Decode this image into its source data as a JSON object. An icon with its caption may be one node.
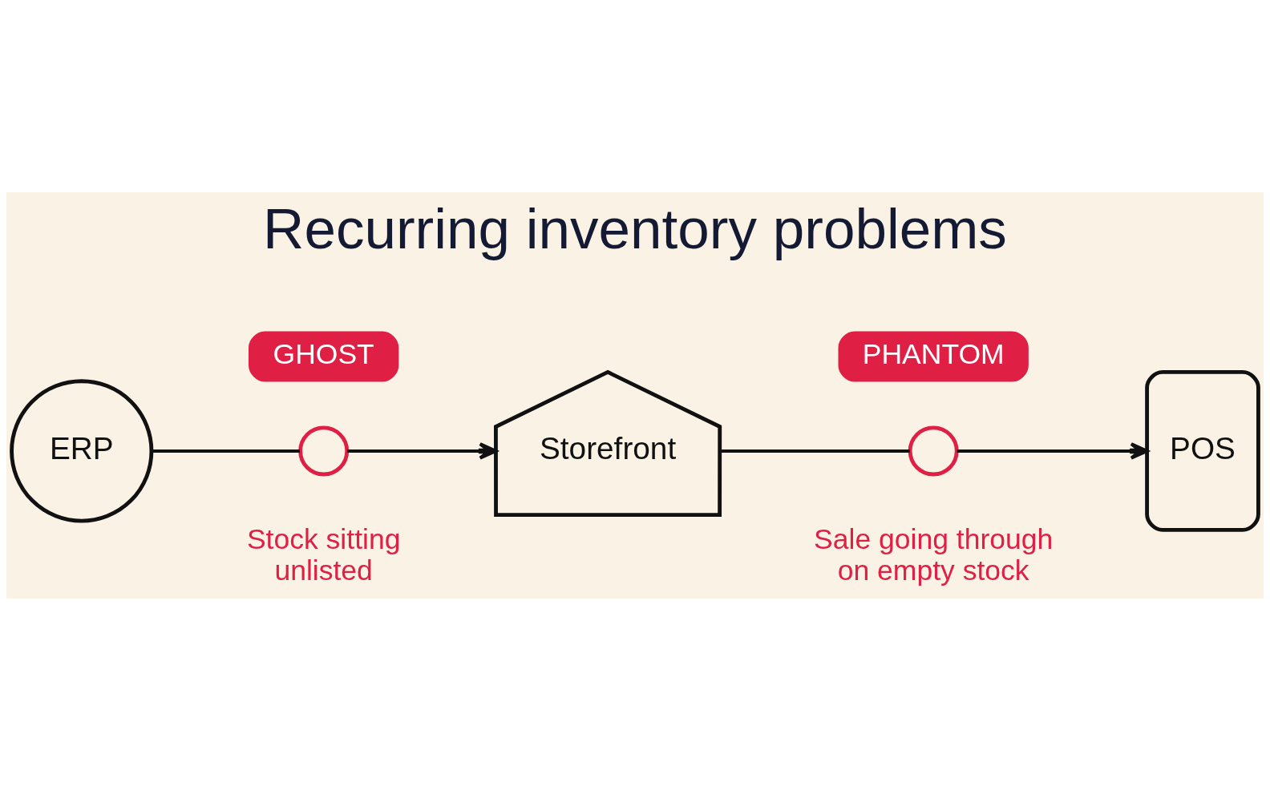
{
  "diagram": {
    "title": "Recurring inventory problems",
    "nodes": [
      {
        "text": [
          "ERP"
        ]
      },
      {
        "text": [
          "GHOST"
        ]
      },
      {
        "text": [],
        "shape": "clock",
        "beside": [
          "Stock sitting unlisted"
        ]
      },
      {
        "text": [
          "Storefront"
        ]
      },
      {
        "text": [
          "PHANTOM"
        ]
      },
      {
        "text": [],
        "shape": "clock",
        "beside": [
          "Sale going through on empty stock"
        ]
      },
      {
        "text": [
          "POS"
        ]
      }
    ],
    "edges": [
      {
        "from": 0,
        "to": 2,
        "arrow": "none"
      },
      {
        "from": 2,
        "to": 3,
        "arrow": "to"
      },
      {
        "from": 3,
        "to": 5,
        "arrow": "none"
      },
      {
        "from": 5,
        "to": 6,
        "arrow": "to"
      }
    ]
  }
}
